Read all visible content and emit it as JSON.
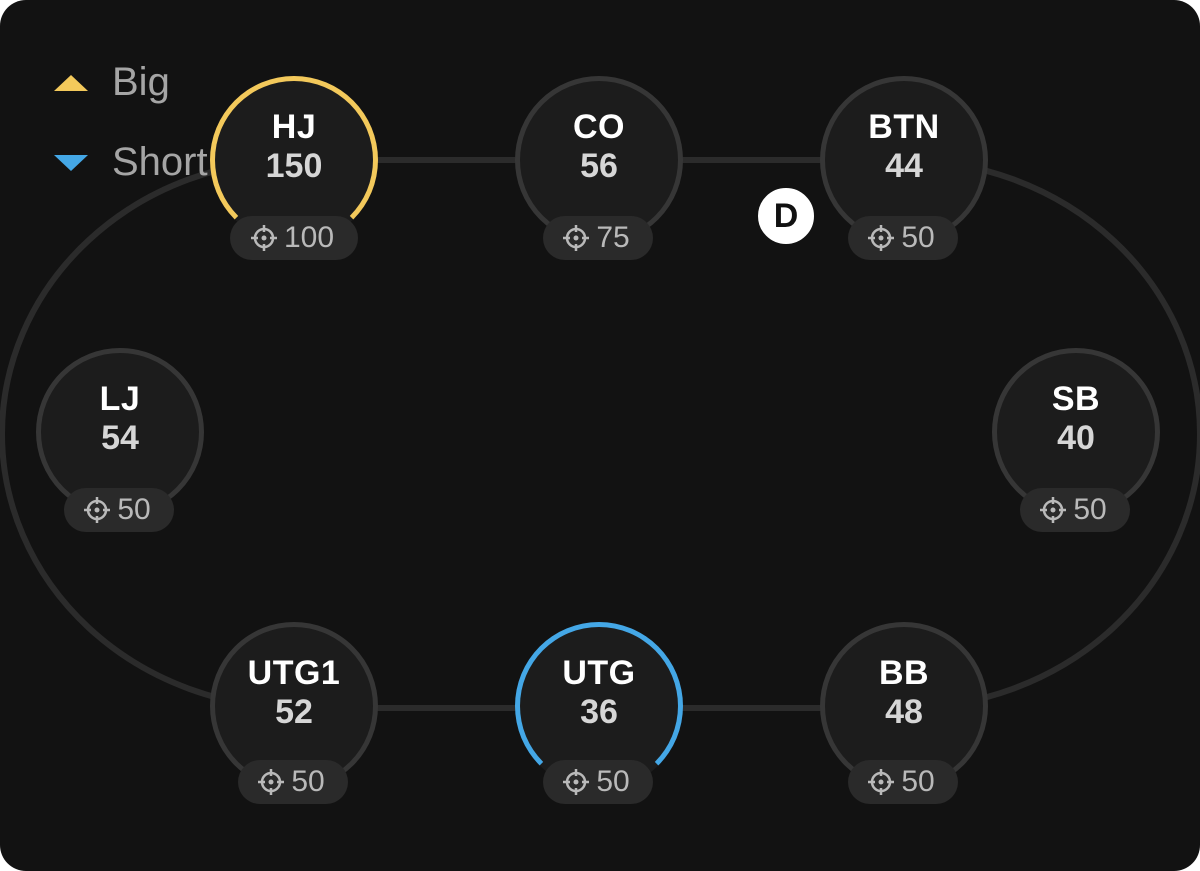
{
  "legend": {
    "big": {
      "label": "Big",
      "color": "#f3c95b",
      "icon": "triangle-up-icon"
    },
    "short": {
      "label": "Short",
      "color": "#44a7e6",
      "icon": "triangle-down-icon"
    }
  },
  "dealer_button": {
    "label": "D",
    "seat": "BTN"
  },
  "seats": [
    {
      "id": "hj",
      "position": "HJ",
      "stack": "150",
      "target": "100",
      "tag": "big"
    },
    {
      "id": "co",
      "position": "CO",
      "stack": "56",
      "target": "75",
      "tag": ""
    },
    {
      "id": "btn",
      "position": "BTN",
      "stack": "44",
      "target": "50",
      "tag": ""
    },
    {
      "id": "lj",
      "position": "LJ",
      "stack": "54",
      "target": "50",
      "tag": ""
    },
    {
      "id": "sb",
      "position": "SB",
      "stack": "40",
      "target": "50",
      "tag": ""
    },
    {
      "id": "utg1",
      "position": "UTG1",
      "stack": "52",
      "target": "50",
      "tag": ""
    },
    {
      "id": "utg",
      "position": "UTG",
      "stack": "36",
      "target": "50",
      "tag": "short"
    },
    {
      "id": "bb",
      "position": "BB",
      "stack": "48",
      "target": "50",
      "tag": ""
    }
  ],
  "colors": {
    "background": "#121212",
    "seat_fill": "#1c1c1c",
    "seat_ring": "#363636",
    "table_line": "#2b2b2b",
    "pill": "#2a2a2a",
    "big": "#f3c95b",
    "short": "#44a7e6"
  },
  "icons": {
    "target": "crosshair-icon"
  }
}
